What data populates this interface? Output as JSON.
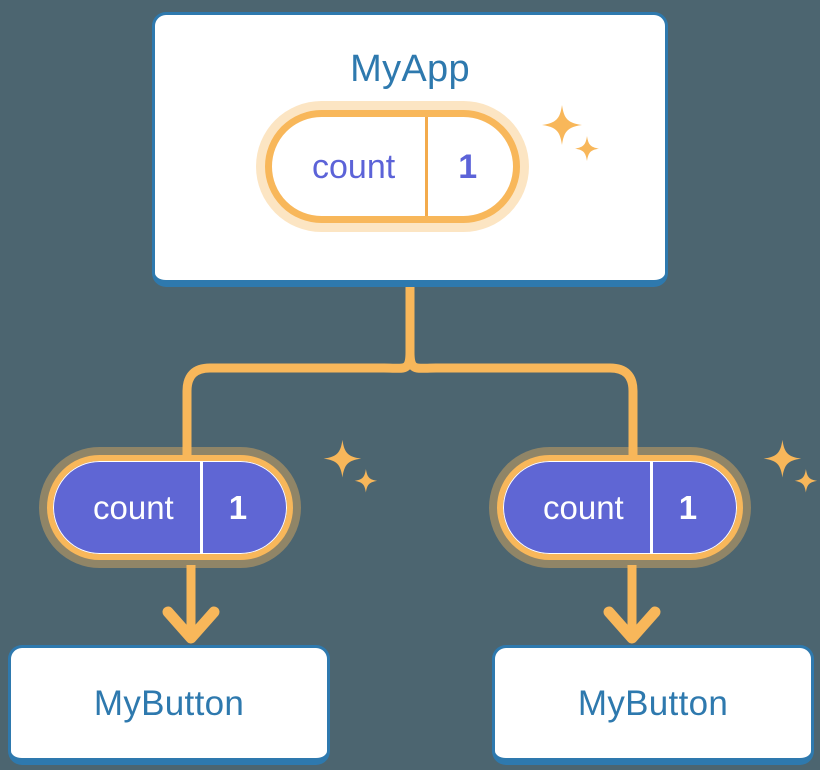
{
  "diagram": {
    "title": "MyApp component tree with shared count state",
    "background_color": "#4c6570",
    "accent_colors": {
      "card_border": "#2e79ae",
      "card_title": "#2e79ae",
      "state_orange": "#f8b75a",
      "state_halo": "#fbd9a8",
      "state_indigo": "#5f66d4",
      "pill_text_light": "#5c63d8",
      "pill_text_filled": "#ffffff",
      "card_background": "#ffffff"
    }
  },
  "root": {
    "card_label": "MyApp",
    "state": {
      "key": "count",
      "value": "1",
      "variant": "light",
      "sparkle": "sparkles-icon"
    }
  },
  "children": [
    {
      "card_label": "MyButton",
      "state": {
        "key": "count",
        "value": "1",
        "variant": "filled",
        "sparkle": "sparkles-icon"
      }
    },
    {
      "card_label": "MyButton",
      "state": {
        "key": "count",
        "value": "1",
        "variant": "filled",
        "sparkle": "sparkles-icon"
      }
    }
  ],
  "connectors": {
    "branch_icon": "tree-branch-connector",
    "arrow_icon": "arrow-down-icon",
    "color": "#f8b75a"
  }
}
